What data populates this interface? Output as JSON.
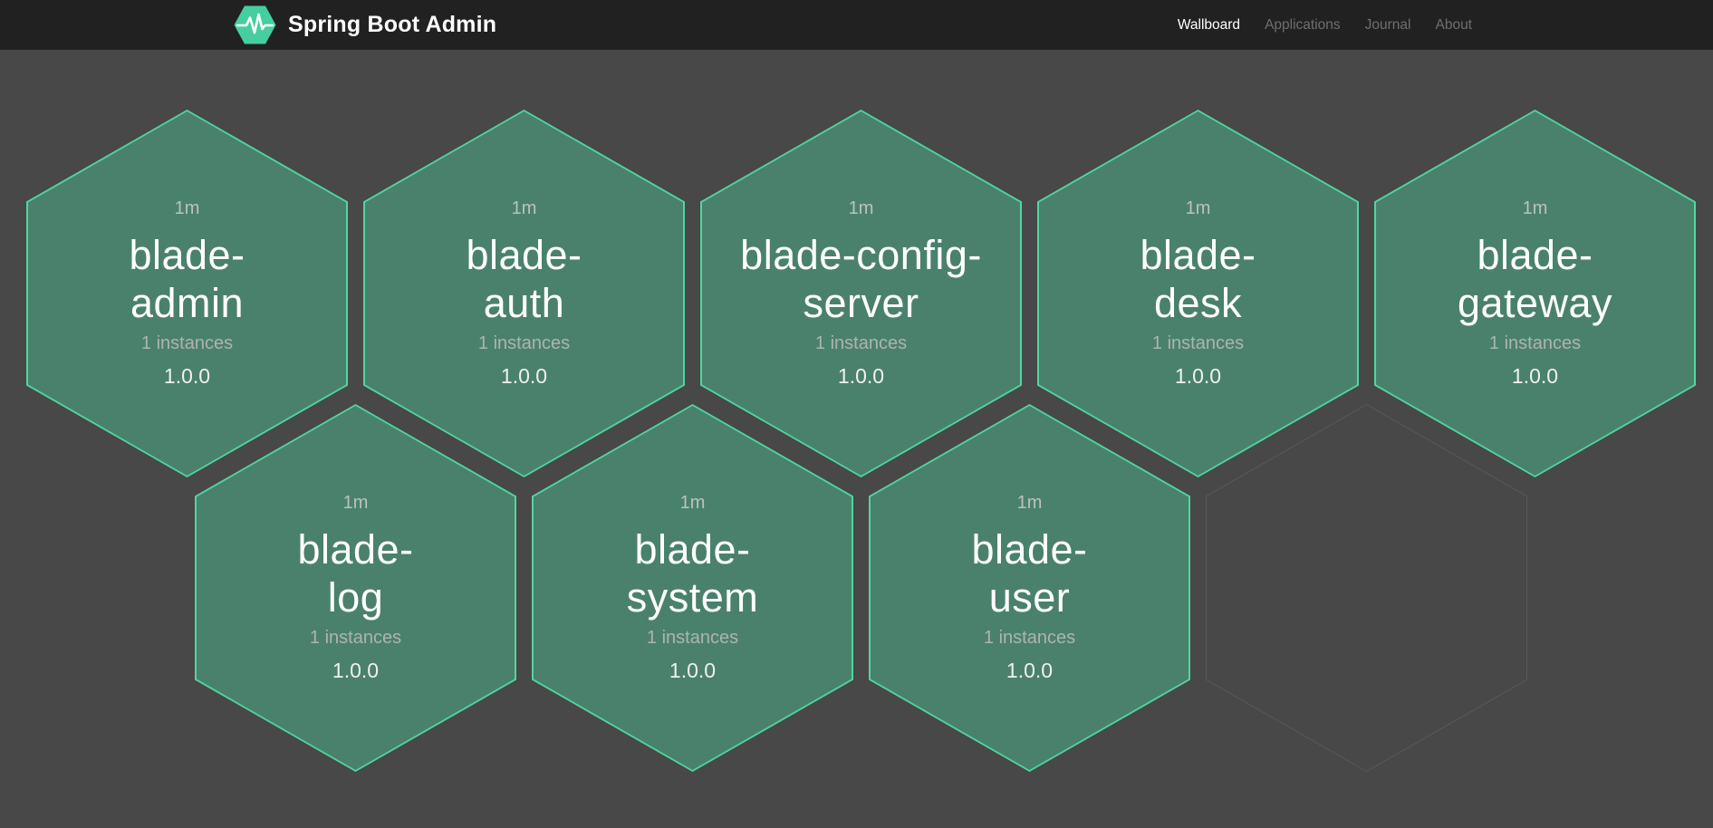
{
  "navbar": {
    "brand": "Spring Boot Admin",
    "logo_icon": "pulse-hexagon-icon",
    "items": [
      {
        "label": "Wallboard",
        "active": true
      },
      {
        "label": "Applications",
        "active": false
      },
      {
        "label": "Journal",
        "active": false
      },
      {
        "label": "About",
        "active": false
      }
    ]
  },
  "wallboard": {
    "apps": [
      {
        "uptime": "1m",
        "name": "blade-admin",
        "name_lines": [
          "blade-",
          "admin"
        ],
        "instances": "1 instances",
        "version": "1.0.0"
      },
      {
        "uptime": "1m",
        "name": "blade-auth",
        "name_lines": [
          "blade-",
          "auth"
        ],
        "instances": "1 instances",
        "version": "1.0.0"
      },
      {
        "uptime": "1m",
        "name": "blade-config-server",
        "name_lines": [
          "blade-config-",
          "server"
        ],
        "instances": "1 instances",
        "version": "1.0.0"
      },
      {
        "uptime": "1m",
        "name": "blade-desk",
        "name_lines": [
          "blade-",
          "desk"
        ],
        "instances": "1 instances",
        "version": "1.0.0"
      },
      {
        "uptime": "1m",
        "name": "blade-gateway",
        "name_lines": [
          "blade-",
          "gateway"
        ],
        "instances": "1 instances",
        "version": "1.0.0"
      },
      {
        "uptime": "1m",
        "name": "blade-log",
        "name_lines": [
          "blade-",
          "log"
        ],
        "instances": "1 instances",
        "version": "1.0.0"
      },
      {
        "uptime": "1m",
        "name": "blade-system",
        "name_lines": [
          "blade-",
          "system"
        ],
        "instances": "1 instances",
        "version": "1.0.0"
      },
      {
        "uptime": "1m",
        "name": "blade-user",
        "name_lines": [
          "blade-",
          "user"
        ],
        "instances": "1 instances",
        "version": "1.0.0"
      }
    ],
    "empty_slots": 1
  },
  "colors": {
    "bg": "#484848",
    "navbar_bg": "#212121",
    "hex_fill": "#4a816d",
    "hex_border": "#4fd79f",
    "hex_empty_border": "#5a5a5a",
    "brand_accent": "#45cfa0"
  }
}
